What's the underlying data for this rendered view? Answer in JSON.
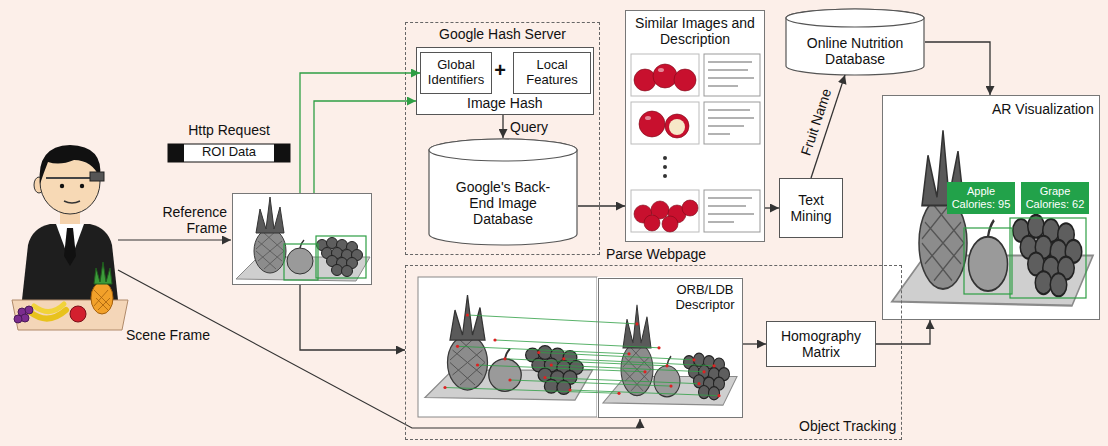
{
  "diagram": {
    "nodes": [
      {
        "text": [
          "Reference Frame"
        ]
      },
      {
        "text": [
          "Google Hash Server"
        ]
      },
      {
        "text": [
          "Image Hash"
        ],
        "in": 1
      },
      {
        "text": [
          "Global Identifiers"
        ],
        "in": 2
      },
      {
        "text": [
          "Local Features"
        ],
        "in": 2
      },
      {
        "text": [
          "Google's Back-End Image Database"
        ],
        "in": 1
      },
      {
        "text": [
          "Similar Images and Description"
        ]
      },
      {
        "text": [
          "Online Nutrition Database"
        ]
      },
      {
        "text": [
          "Text Mining"
        ]
      },
      {
        "text": [
          "AR Visualization"
        ]
      },
      {
        "text": [
          "Apple Calories: 95"
        ],
        "in": 9
      },
      {
        "text": [
          "Grape Calories: 62"
        ],
        "in": 9
      },
      {
        "text": [
          "Object Tracking"
        ]
      },
      {
        "text": [
          "ORB/LDB Descriptor"
        ],
        "in": 12
      },
      {
        "text": [
          "Homography Matrix"
        ],
        "in": 12
      }
    ],
    "edges": [
      {
        "from": 0,
        "to": 3,
        "arrow": "to"
      },
      {
        "from": 0,
        "to": 2,
        "arrow": "to"
      },
      {
        "from": 2,
        "to": 5,
        "label": "Query",
        "arrow": "to"
      },
      {
        "from": 5,
        "to": 6,
        "label": "Parse Webpage",
        "arrow": "to"
      },
      {
        "from": 6,
        "to": 8,
        "arrow": "to"
      },
      {
        "from": 8,
        "to": 7,
        "label": "Fruit Name",
        "arrow": "to"
      },
      {
        "from": 7,
        "to": 9,
        "arrow": "to"
      },
      {
        "from": 0,
        "to": 12,
        "arrow": "to"
      },
      {
        "from": 13,
        "to": 14,
        "arrow": "to"
      },
      {
        "from": 14,
        "to": 9,
        "arrow": "to"
      }
    ],
    "labels": [
      "Http Request",
      "ROI Data",
      "+",
      "Scene Frame"
    ]
  }
}
